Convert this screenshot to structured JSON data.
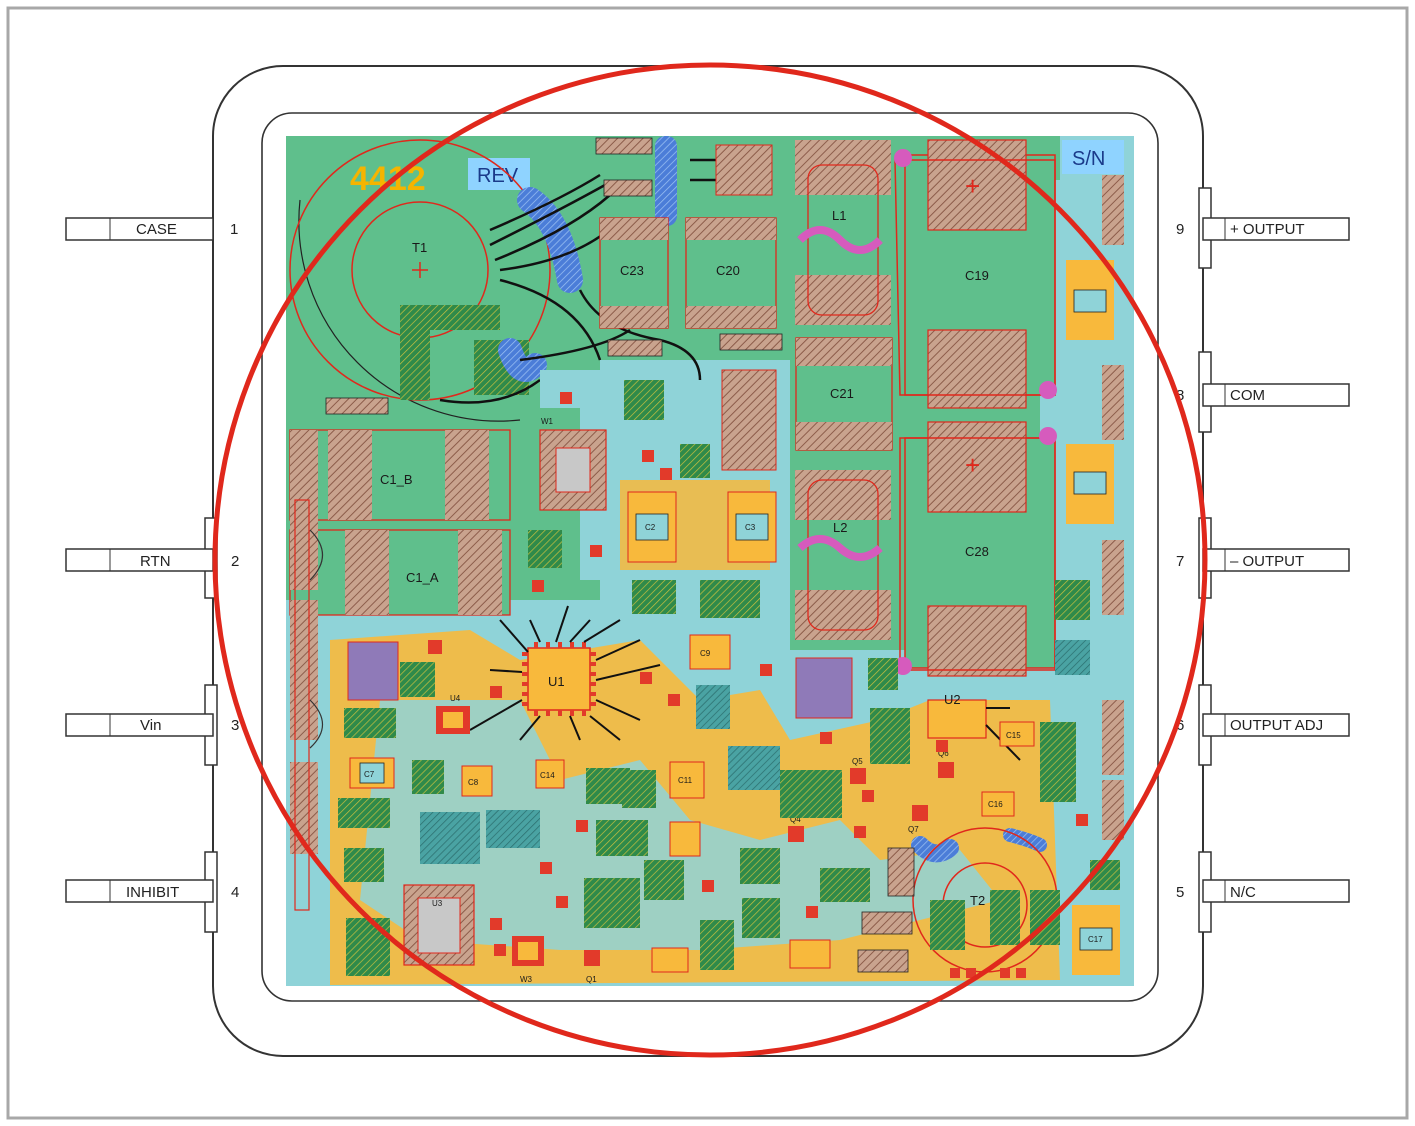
{
  "board": {
    "part_number": "4412",
    "rev_label": "REV",
    "sn_label": "S/N"
  },
  "pins_left": [
    {
      "num": "1",
      "label": "CASE"
    },
    {
      "num": "2",
      "label": "RTN"
    },
    {
      "num": "3",
      "label": "Vin"
    },
    {
      "num": "4",
      "label": "INHIBIT"
    }
  ],
  "pins_right": [
    {
      "num": "9",
      "label": "+ OUTPUT"
    },
    {
      "num": "8",
      "label": "COM"
    },
    {
      "num": "7",
      "label": "– OUTPUT"
    },
    {
      "num": "6",
      "label": "OUTPUT ADJ"
    },
    {
      "num": "5",
      "label": "N/C"
    }
  ],
  "components": {
    "t1": "T1",
    "t2": "T2",
    "c23": "C23",
    "c20": "C20",
    "c19": "C19",
    "c21": "C21",
    "c28": "C28",
    "c1b": "C1_B",
    "c1a": "C1_A",
    "l1": "L1",
    "l2": "L2",
    "u1": "U1",
    "u2": "U2",
    "c2": "C2",
    "c3": "C3",
    "c7": "C7",
    "c8": "C8",
    "c9": "C9",
    "c11": "C11",
    "c14": "C14",
    "c15": "C15",
    "c16": "C16",
    "c17": "C17",
    "q1": "Q1",
    "q4": "Q4",
    "q5": "Q5",
    "q6": "Q6",
    "q7": "Q7",
    "u3": "U3",
    "u4": "U4",
    "w1": "W1",
    "w3": "W3"
  },
  "colors": {
    "board_green": "#5fbf8c",
    "board_cyan": "#8fd3d8",
    "pad_orange": "#f8b93c",
    "pad_hatch": "#c9a38e",
    "pad_red": "#e23a2a",
    "jumper_blue": "#3f6fd1",
    "outline_red": "#e0281c",
    "pink": "#d65bbd"
  }
}
